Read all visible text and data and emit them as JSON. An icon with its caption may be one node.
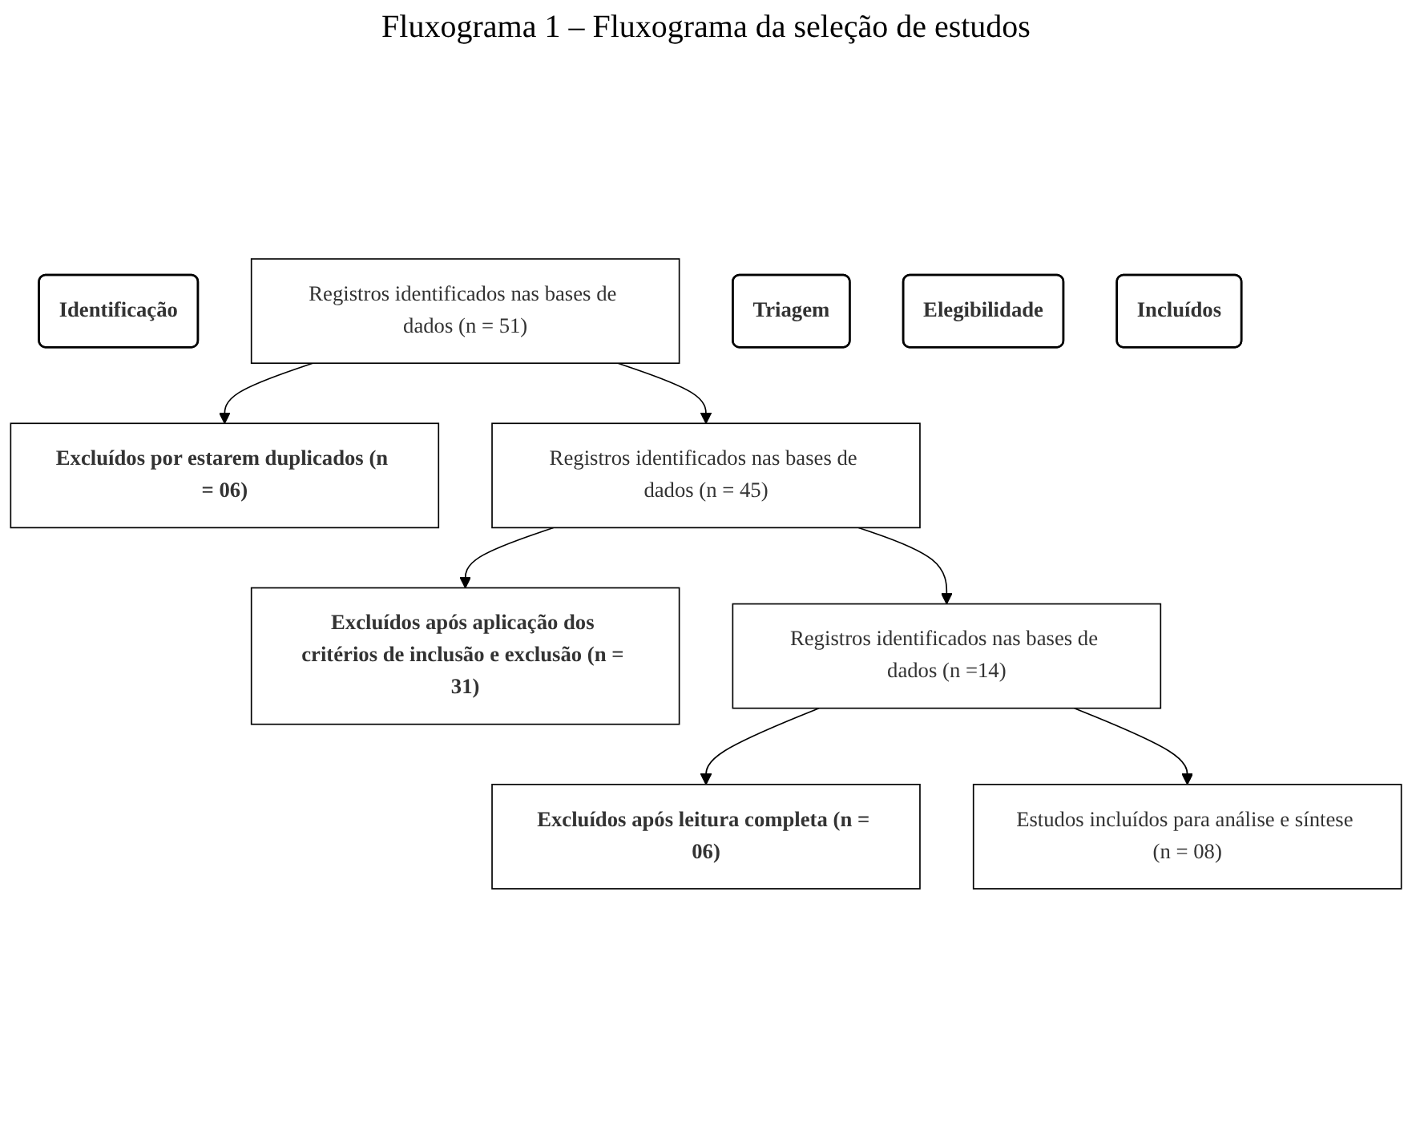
{
  "diagram": {
    "title": "Fluxograma 1 – Fluxograma da seleção de estudos",
    "nodes": [
      {
        "text": [
          "Identificação"
        ]
      },
      {
        "text": [
          "Registros identificados nas bases de dados (n = 51)"
        ]
      },
      {
        "text": [
          "Excluídos por estarem duplicados (n = 06)"
        ]
      },
      {
        "text": [
          "Triagem"
        ]
      },
      {
        "text": [
          "Registros identificados nas bases de dados (n = 45)"
        ]
      },
      {
        "text": [
          "Excluídos após aplicação dos critérios de inclusão e exclusão (n = 31)"
        ]
      },
      {
        "text": [
          "Elegibilidade"
        ]
      },
      {
        "text": [
          "Registros identificados nas bases de dados (n =14)"
        ]
      },
      {
        "text": [
          "Excluídos após leitura completa (n = 06)"
        ]
      },
      {
        "text": [
          "Incluídos"
        ]
      },
      {
        "text": [
          "Estudos incluídos para análise e síntese (n = 08)"
        ]
      }
    ],
    "edges": [
      {
        "from": 1,
        "to": 2,
        "arrow": "to"
      },
      {
        "from": 1,
        "to": 4,
        "arrow": "to"
      },
      {
        "from": 4,
        "to": 5,
        "arrow": "to"
      },
      {
        "from": 4,
        "to": 7,
        "arrow": "to"
      },
      {
        "from": 7,
        "to": 8,
        "arrow": "to"
      },
      {
        "from": 7,
        "to": 10,
        "arrow": "to"
      }
    ]
  }
}
